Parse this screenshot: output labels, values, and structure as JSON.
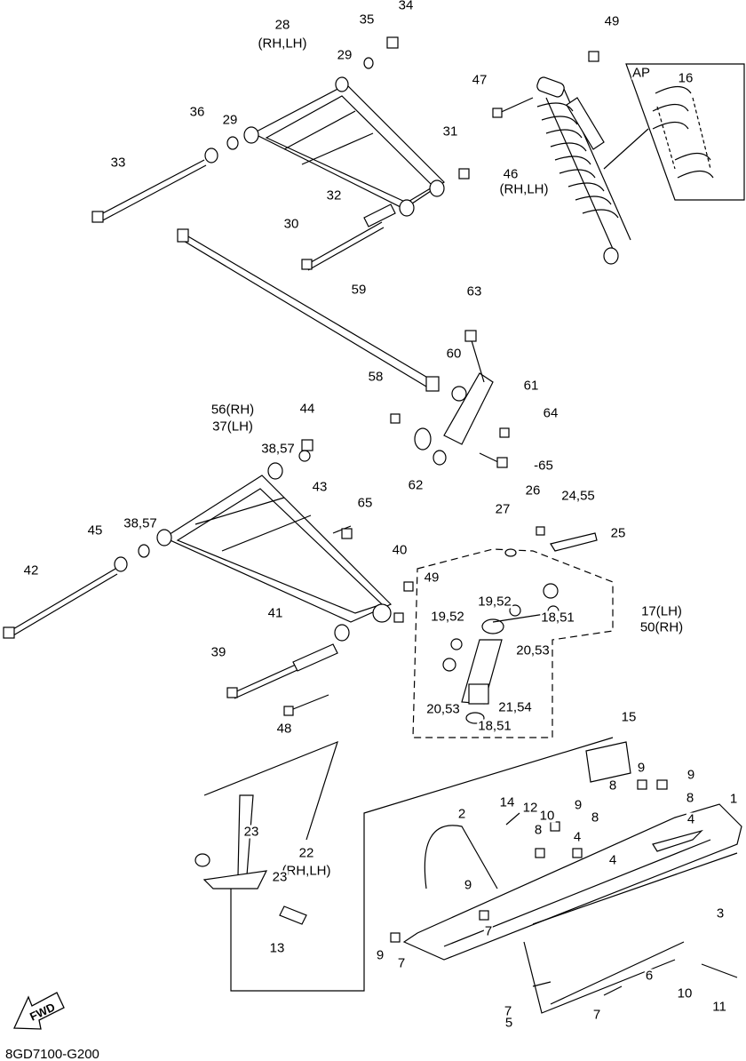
{
  "diagram_code": "8GD7100-G200",
  "fwd_label": "FWD",
  "box_label": "AP",
  "labels": [
    "28",
    "(RH,LH)",
    "35",
    "34",
    "49",
    "29",
    "36",
    "29",
    "33",
    "31",
    "47",
    "16",
    "46",
    "(RH,LH)",
    "32",
    "30",
    "59",
    "63",
    "60",
    "61",
    "58",
    "64",
    "56(RH)",
    "37(LH)",
    "44",
    "38,57",
    "43",
    "62",
    "-65",
    "26",
    "24,55",
    "27",
    "65",
    "45",
    "38,57",
    "25",
    "42",
    "40",
    "49",
    "19,52",
    "17(LH)",
    "50(RH)",
    "19,52",
    "18,51",
    "41",
    "20,53",
    "39",
    "21,54",
    "20,53",
    "48",
    "18,51",
    "15",
    "9",
    "9",
    "1",
    "8",
    "8",
    "14",
    "12",
    "2",
    "10",
    "9",
    "8",
    "4",
    "23",
    "22",
    "(RH,LH)",
    "8",
    "4",
    "4",
    "23",
    "9",
    "3",
    "7",
    "9",
    "7",
    "13",
    "10",
    "6",
    "11",
    "7",
    "7",
    "5"
  ]
}
